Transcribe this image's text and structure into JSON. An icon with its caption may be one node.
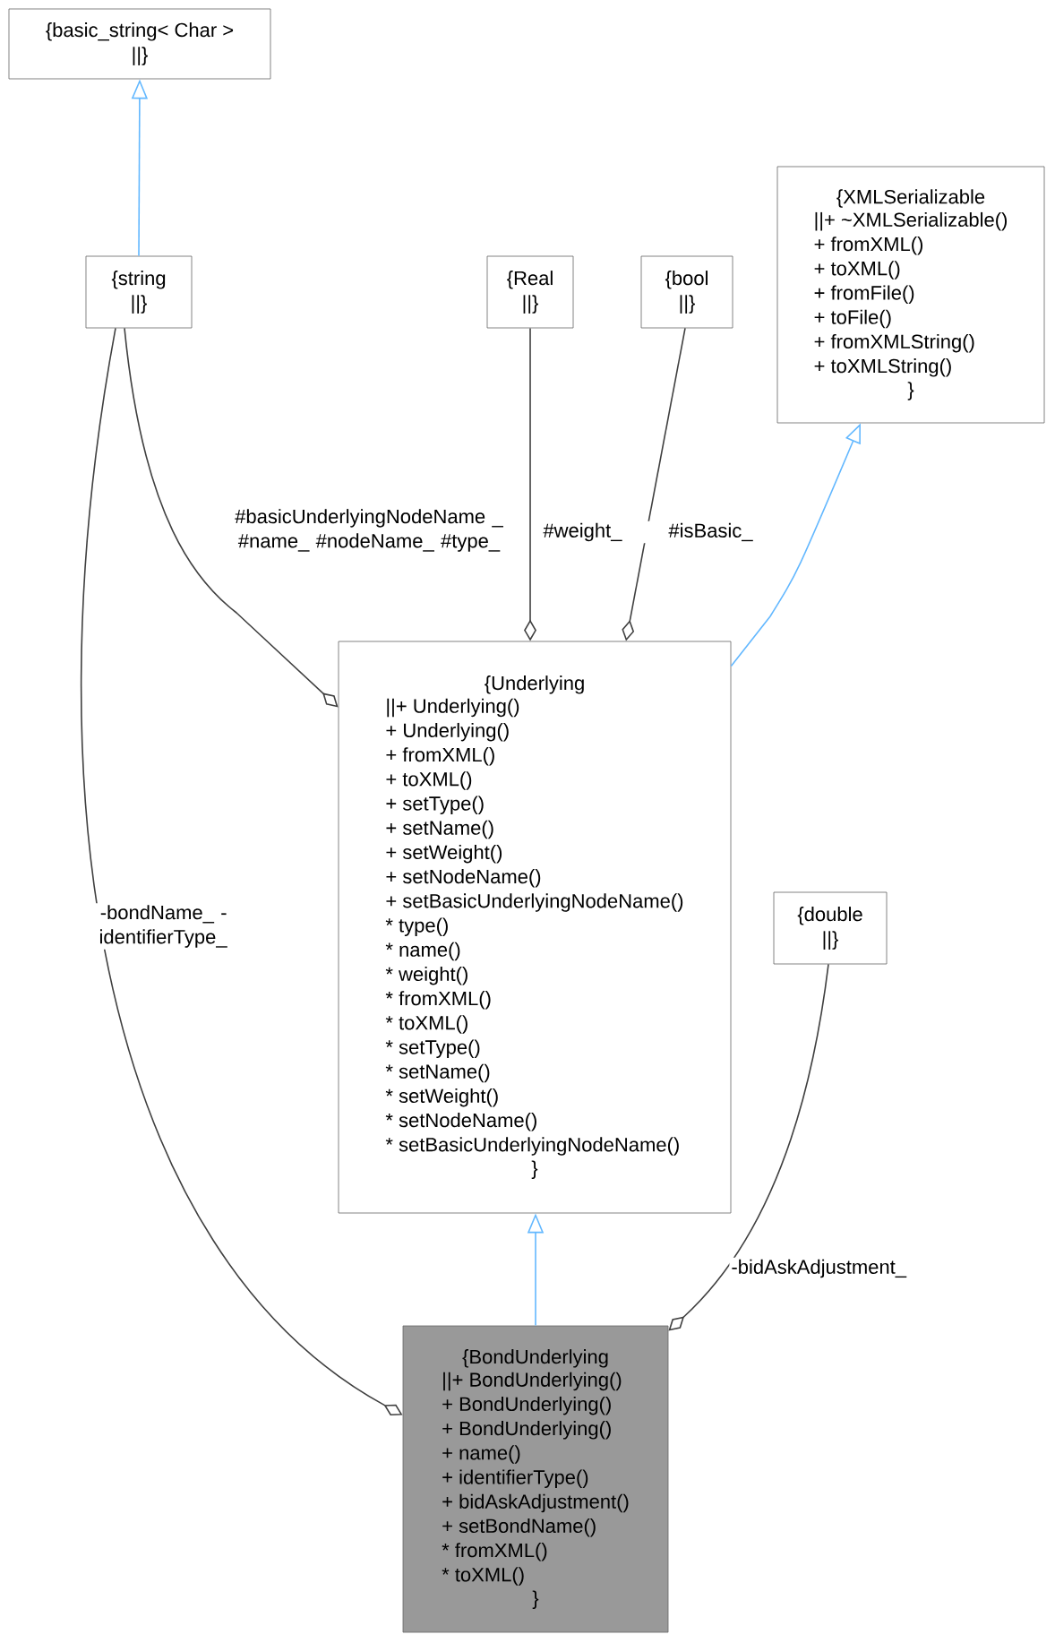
{
  "diagram": {
    "nodes": [
      {
        "text": [
          "{basic_string< Char >",
          "||}"
        ]
      },
      {
        "text": [
          "{string",
          "||}"
        ]
      },
      {
        "text": [
          "{Real",
          "||}"
        ]
      },
      {
        "text": [
          "{bool",
          "||}"
        ]
      },
      {
        "text": [
          "{XMLSerializable",
          "||+ ~XMLSerializable()",
          "+ fromXML()",
          "+ toXML()",
          "+ fromFile()",
          "+ toFile()",
          "+ fromXMLString()",
          "+ toXMLString()",
          "}"
        ]
      },
      {
        "text": [
          "{Underlying",
          "||+ Underlying()",
          "+ Underlying()",
          "+ fromXML()",
          "+ toXML()",
          "+ setType()",
          "+ setName()",
          "+ setWeight()",
          "+ setNodeName()",
          "+ setBasicUnderlyingNodeName()",
          "* type()",
          "* name()",
          "* weight()",
          "* fromXML()",
          "* toXML()",
          "* setType()",
          "* setName()",
          "* setWeight()",
          "* setNodeName()",
          "* setBasicUnderlyingNodeName()",
          "}"
        ]
      },
      {
        "text": [
          "{double",
          "||}"
        ]
      },
      {
        "text": [
          "{BondUnderlying",
          "||+ BondUnderlying()",
          "+ BondUnderlying()",
          "+ BondUnderlying()",
          "+ name()",
          "+ identifierType()",
          "+ bidAskAdjustment()",
          "+ setBondName()",
          "* fromXML()",
          "* toXML()",
          "}"
        ]
      }
    ],
    "edges": [
      {
        "from": 1,
        "to": 0,
        "arrow": "to",
        "color": "#63b8ff"
      },
      {
        "from": 1,
        "to": 5,
        "arrow": "other",
        "label": "#basicUnderlyingNodeName _ #name_ #nodeName_ #type_"
      },
      {
        "from": 2,
        "to": 5,
        "arrow": "other",
        "label": "#weight_"
      },
      {
        "from": 3,
        "to": 5,
        "arrow": "other",
        "label": "#isBasic_"
      },
      {
        "from": 5,
        "to": 4,
        "arrow": "to",
        "color": "#63b8ff"
      },
      {
        "from": 1,
        "to": 7,
        "arrow": "other",
        "label": "-bondName_ -identifierType_"
      },
      {
        "from": 6,
        "to": 7,
        "arrow": "other",
        "label": "-bidAskAdjustment_"
      },
      {
        "from": 7,
        "to": 5,
        "arrow": "to",
        "color": "#63b8ff"
      }
    ]
  }
}
